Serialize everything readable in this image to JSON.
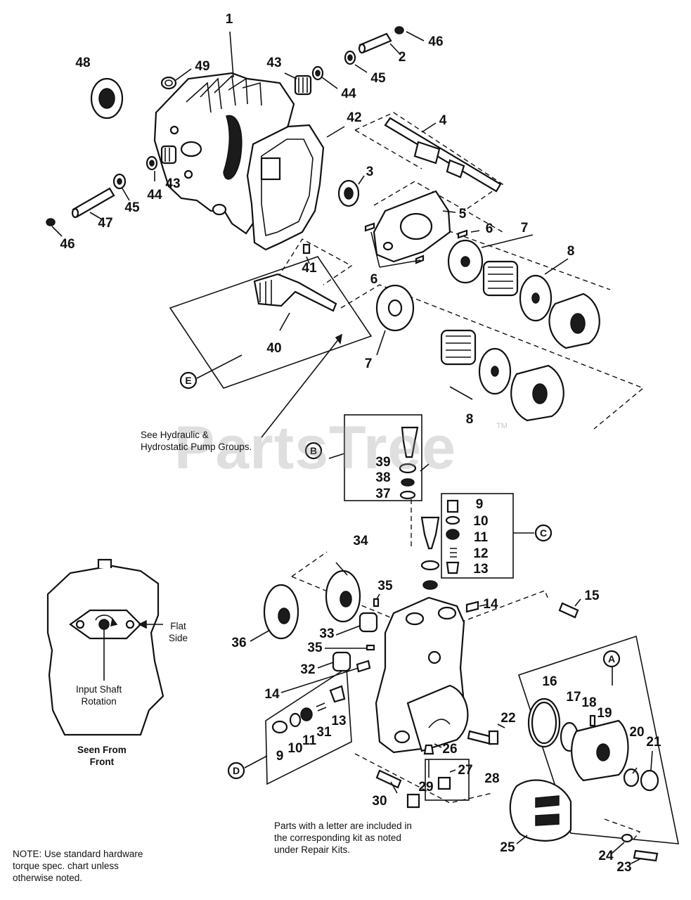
{
  "watermark": {
    "text": "PartsTree",
    "tm": "TM"
  },
  "callouts": {
    "c1": "1",
    "c2": "2",
    "c3": "3",
    "c4": "4",
    "c5": "5",
    "c6a": "6",
    "c6b": "6",
    "c7a": "7",
    "c7b": "7",
    "c8a": "8",
    "c8b": "8",
    "c9a": "9",
    "c9b": "9",
    "c10a": "10",
    "c10b": "10",
    "c11a": "11",
    "c11b": "11",
    "c12": "12",
    "c13a": "13",
    "c13b": "13",
    "c14a": "14",
    "c14b": "14",
    "c15": "15",
    "c16": "16",
    "c17": "17",
    "c18": "18",
    "c19": "19",
    "c20": "20",
    "c21": "21",
    "c22": "22",
    "c23": "23",
    "c24": "24",
    "c25": "25",
    "c26": "26",
    "c27": "27",
    "c28": "28",
    "c29": "29",
    "c30": "30",
    "c31": "31",
    "c32": "32",
    "c33": "33",
    "c34": "34",
    "c35a": "35",
    "c35b": "35",
    "c36": "36",
    "c37": "37",
    "c38": "38",
    "c39": "39",
    "c40": "40",
    "c41": "41",
    "c42": "42",
    "c43a": "43",
    "c43b": "43",
    "c44a": "44",
    "c44b": "44",
    "c45a": "45",
    "c45b": "45",
    "c46a": "46",
    "c46b": "46",
    "c47": "47",
    "c48": "48",
    "c49": "49"
  },
  "kits": {
    "a": "A",
    "b": "B",
    "c": "C",
    "d": "D",
    "e": "E"
  },
  "notes": {
    "pump_groups": [
      "See Hydraulic &",
      "Hydrostatic Pump Groups."
    ],
    "flat_side": [
      "Flat",
      "Side"
    ],
    "input_shaft": [
      "Input Shaft",
      "Rotation"
    ],
    "seen_from": [
      "Seen From",
      "Front"
    ],
    "kit_note": [
      "Parts with a letter are included in",
      "the corresponding kit as noted",
      "under Repair Kits."
    ],
    "hardware_note": [
      "NOTE: Use standard hardware",
      "torque spec. chart unless",
      "otherwise noted."
    ]
  }
}
